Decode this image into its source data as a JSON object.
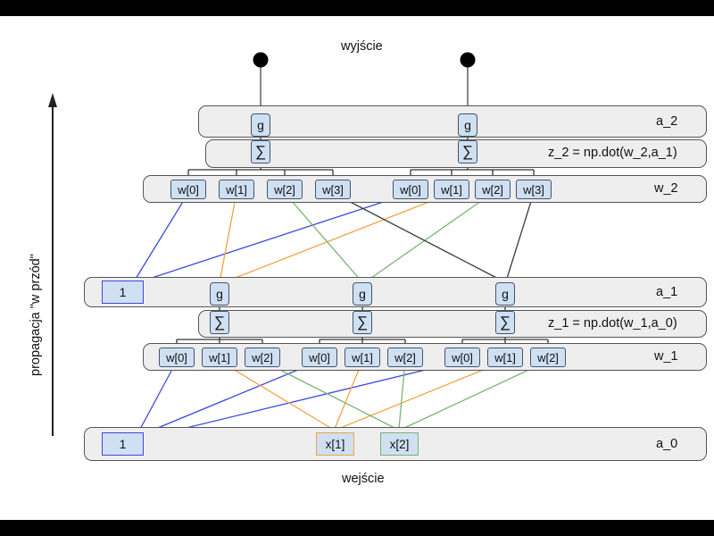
{
  "diagram": {
    "title_top": "wyjście",
    "title_bottom": "wejście",
    "side_label": "propagacja \"w przód\"",
    "colors": {
      "node_fill": "#cfe0f3",
      "node_border": "#44546a",
      "band_fill": "#eeeeee",
      "band_border": "#555555",
      "bias_border": "#3b49df",
      "edge_blue": "#3b49df",
      "edge_orange": "#f2a340",
      "edge_green": "#79b473",
      "edge_black": "#3a3a3a"
    },
    "bands": [
      {
        "id": "a_2",
        "label": "a_2"
      },
      {
        "id": "z_2",
        "label": "z_2 = np.dot(w_2,a_1)"
      },
      {
        "id": "w_2",
        "label": "w_2"
      },
      {
        "id": "a_1",
        "label": "a_1"
      },
      {
        "id": "z_1",
        "label": "z_1 = np.dot(w_1,a_0)"
      },
      {
        "id": "w_1",
        "label": "w_1"
      },
      {
        "id": "a_0",
        "label": "a_0"
      }
    ],
    "activation_symbol": "g",
    "sum_symbol": "∑",
    "bias_value": "1",
    "inputs": [
      {
        "label": "x[1]",
        "color": "orange"
      },
      {
        "label": "x[2]",
        "color": "green"
      }
    ],
    "w2_weights": [
      {
        "group": 0,
        "labels": [
          "w[0]",
          "w[1]",
          "w[2]",
          "w[3]"
        ]
      },
      {
        "group": 1,
        "labels": [
          "w[0]",
          "w[1]",
          "w[2]",
          "w[3]"
        ]
      }
    ],
    "w1_weights": [
      {
        "group": 0,
        "labels": [
          "w[0]",
          "w[1]",
          "w[2]"
        ]
      },
      {
        "group": 1,
        "labels": [
          "w[0]",
          "w[1]",
          "w[2]"
        ]
      },
      {
        "group": 2,
        "labels": [
          "w[0]",
          "w[1]",
          "w[2]"
        ]
      }
    ],
    "output_count": 2,
    "hidden_units": 3
  }
}
